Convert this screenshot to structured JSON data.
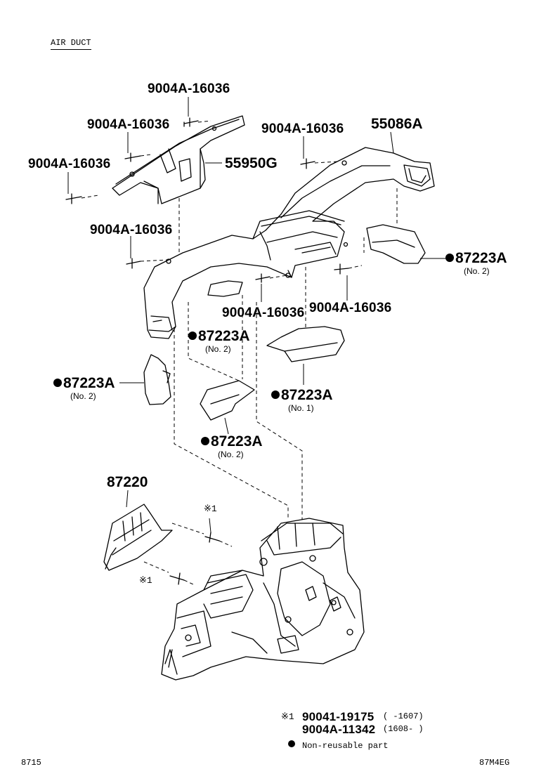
{
  "title": "AIR DUCT",
  "labels": {
    "screw_top": "9004A-16036",
    "screw_mid_left": "9004A-16036",
    "screw_far_left": "9004A-16036",
    "screw_right": "9004A-16036",
    "screw_lower_left": "9004A-16036",
    "screw_center_low": "9004A-16036",
    "screw_right_low": "9004A-16036",
    "duct_upper": "55950G",
    "duct_main": "55086A",
    "seal_right": "87223A",
    "seal_right_sub": "(No. 2)",
    "seal_center_left": "87223A",
    "seal_center_left_sub": "(No. 2)",
    "seal_far_left": "87223A",
    "seal_far_left_sub": "(No. 2)",
    "seal_no1": "87223A",
    "seal_no1_sub": "(No. 1)",
    "seal_lower": "87223A",
    "seal_lower_sub": "(No. 2)",
    "heater_unit": "87220",
    "ref_a": "※1",
    "ref_b": "※1"
  },
  "legend": {
    "ref_mark": "※1",
    "part1": "90041-19175",
    "part1_range": "(      -1607)",
    "part2": "9004A-11342",
    "part2_range": "(1608-      )",
    "nonreusable": "Non-reusable part"
  },
  "footer": {
    "left_code": "8715",
    "right_code": "87M4EG"
  }
}
